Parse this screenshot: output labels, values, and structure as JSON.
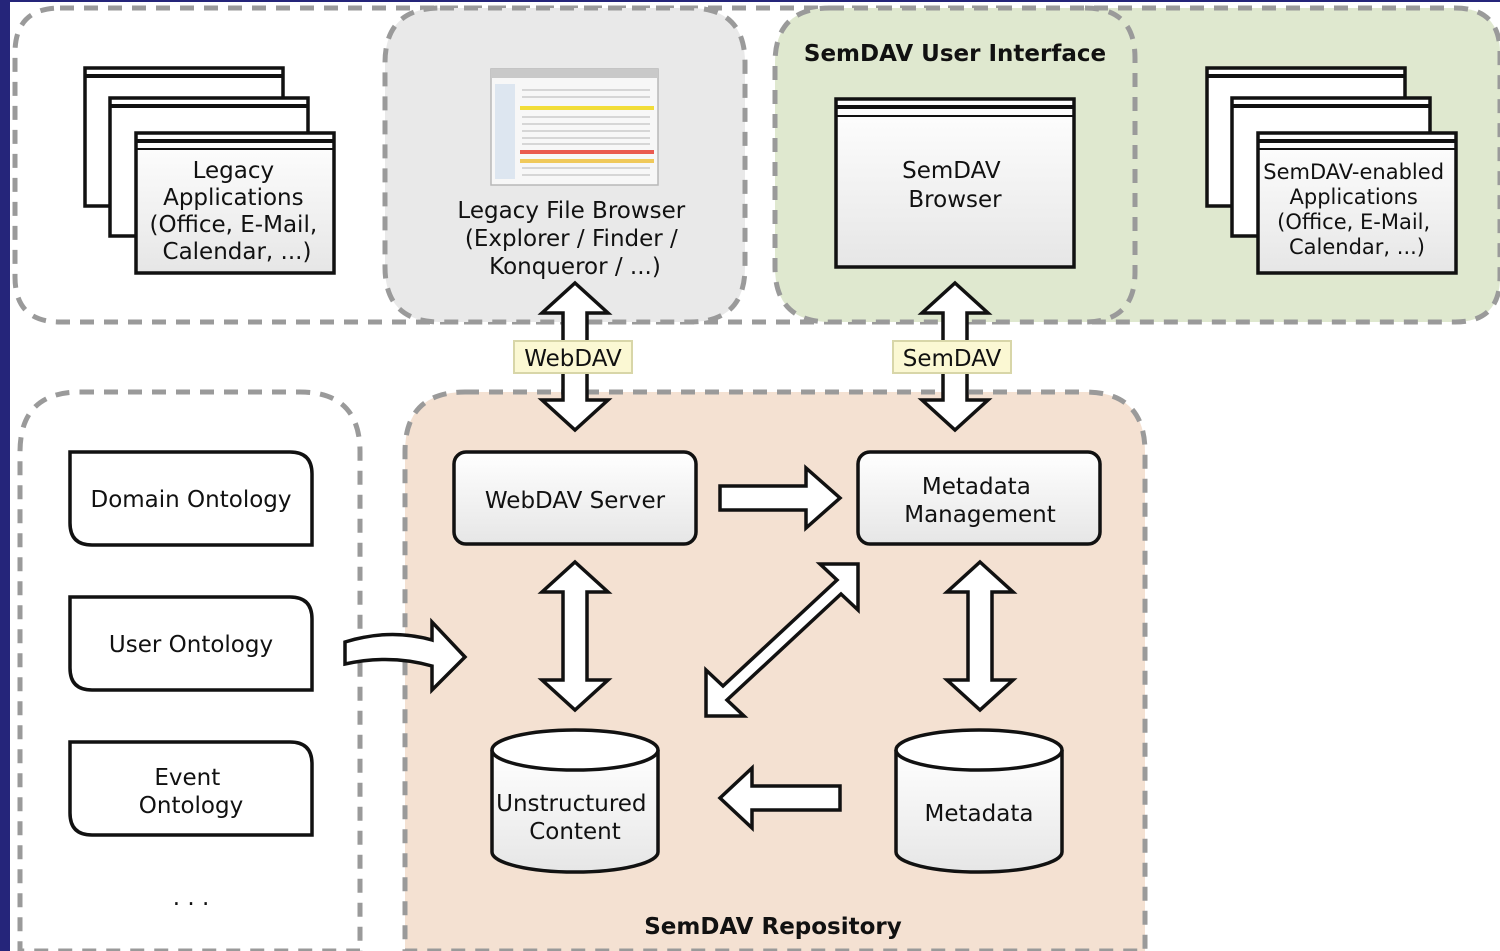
{
  "groups": {
    "ui": "SemDAV User Interface",
    "repository": "SemDAV Repository"
  },
  "legacy_apps": [
    "Legacy",
    "Applications",
    "(Office, E-Mail,",
    "Calendar, ...)"
  ],
  "legacy_browser": [
    "Legacy File Browser",
    "(Explorer / Finder /",
    "Konqueror / ...)"
  ],
  "semdav_browser": [
    "SemDAV",
    "Browser"
  ],
  "semdav_apps": [
    "SemDAV-enabled",
    "Applications",
    "(Office, E-Mail,",
    "Calendar, ...)"
  ],
  "protocols": {
    "webdav": "WebDAV",
    "semdav": "SemDAV"
  },
  "components": {
    "webdav_server": "WebDAV Server",
    "metadata_mgmt": [
      "Metadata",
      "Management"
    ],
    "unstructured": [
      "Unstructured",
      "Content"
    ],
    "metadata": "Metadata"
  },
  "ontologies": {
    "domain": "Domain Ontology",
    "user": "User Ontology",
    "event": [
      "Event",
      "Ontology"
    ],
    "more": ". . ."
  },
  "colors": {
    "background": "#25257a",
    "panel": "#ffffff",
    "ui_group": "#dfe8cf",
    "repo_group": "#f4e1d2",
    "browser_group": "#e9e9e9",
    "protocol_label": "#fbf8d3",
    "border": "#111111"
  }
}
